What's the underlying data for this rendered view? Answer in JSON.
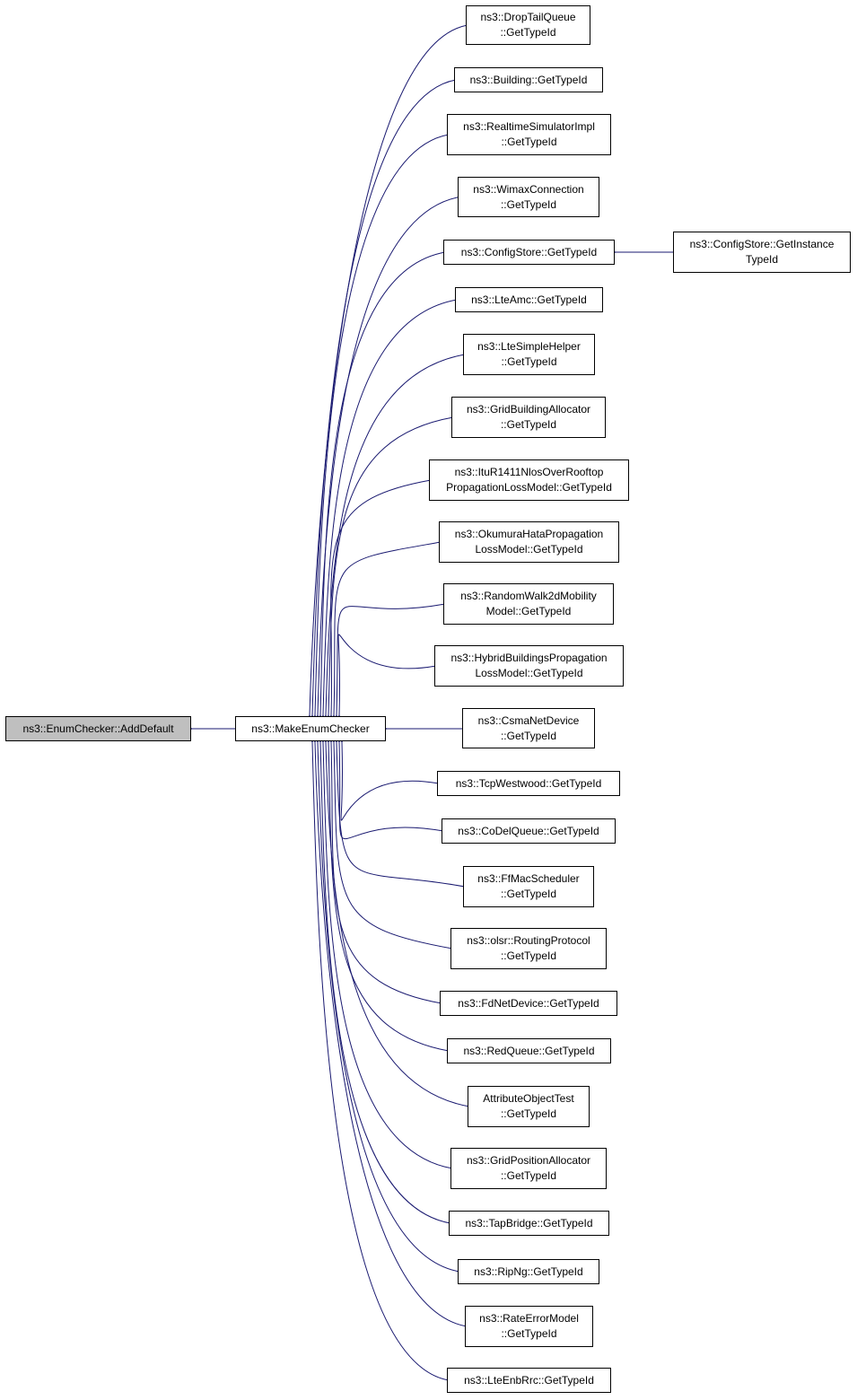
{
  "graph": {
    "current_node": {
      "lines": [
        "ns3::EnumChecker::AddDefault"
      ]
    },
    "hub_node": {
      "lines": [
        "ns3::MakeEnumChecker"
      ]
    },
    "caller_nodes": [
      {
        "lines": [
          "ns3::DropTailQueue",
          "::GetTypeId"
        ]
      },
      {
        "lines": [
          "ns3::Building::GetTypeId"
        ]
      },
      {
        "lines": [
          "ns3::RealtimeSimulatorImpl",
          "::GetTypeId"
        ]
      },
      {
        "lines": [
          "ns3::WimaxConnection",
          "::GetTypeId"
        ]
      },
      {
        "lines": [
          "ns3::ConfigStore::GetTypeId"
        ]
      },
      {
        "lines": [
          "ns3::LteAmc::GetTypeId"
        ]
      },
      {
        "lines": [
          "ns3::LteSimpleHelper",
          "::GetTypeId"
        ]
      },
      {
        "lines": [
          "ns3::GridBuildingAllocator",
          "::GetTypeId"
        ]
      },
      {
        "lines": [
          "ns3::ItuR1411NlosOverRooftop",
          "PropagationLossModel::GetTypeId"
        ]
      },
      {
        "lines": [
          "ns3::OkumuraHataPropagation",
          "LossModel::GetTypeId"
        ]
      },
      {
        "lines": [
          "ns3::RandomWalk2dMobility",
          "Model::GetTypeId"
        ]
      },
      {
        "lines": [
          "ns3::HybridBuildingsPropagation",
          "LossModel::GetTypeId"
        ]
      },
      {
        "lines": [
          "ns3::CsmaNetDevice",
          "::GetTypeId"
        ]
      },
      {
        "lines": [
          "ns3::TcpWestwood::GetTypeId"
        ]
      },
      {
        "lines": [
          "ns3::CoDelQueue::GetTypeId"
        ]
      },
      {
        "lines": [
          "ns3::FfMacScheduler",
          "::GetTypeId"
        ]
      },
      {
        "lines": [
          "ns3::olsr::RoutingProtocol",
          "::GetTypeId"
        ]
      },
      {
        "lines": [
          "ns3::FdNetDevice::GetTypeId"
        ]
      },
      {
        "lines": [
          "ns3::RedQueue::GetTypeId"
        ]
      },
      {
        "lines": [
          "AttributeObjectTest",
          "::GetTypeId"
        ]
      },
      {
        "lines": [
          "ns3::GridPositionAllocator",
          "::GetTypeId"
        ]
      },
      {
        "lines": [
          "ns3::TapBridge::GetTypeId"
        ]
      },
      {
        "lines": [
          "ns3::RipNg::GetTypeId"
        ]
      },
      {
        "lines": [
          "ns3::RateErrorModel",
          "::GetTypeId"
        ]
      },
      {
        "lines": [
          "ns3::LteEnbRrc::GetTypeId"
        ]
      }
    ],
    "second_level_nodes": [
      {
        "lines": [
          "ns3::ConfigStore::GetInstance",
          "TypeId"
        ],
        "calls_into": 4
      }
    ],
    "edge_color": "#191970"
  }
}
